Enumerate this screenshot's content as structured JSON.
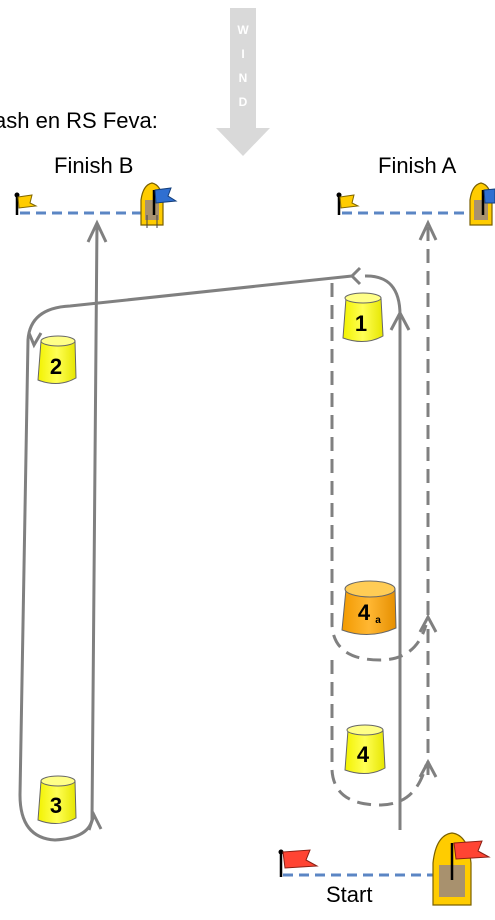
{
  "title": "ash en RS Feva:",
  "wind": {
    "label": "WIND",
    "letters": [
      "W",
      "I",
      "N",
      "D"
    ]
  },
  "finish_lines": [
    {
      "id": "B",
      "label": "Finish B"
    },
    {
      "id": "A",
      "label": "Finish A"
    }
  ],
  "start": {
    "label": "Start"
  },
  "marks": [
    {
      "id": "1",
      "label": "1",
      "sub": "",
      "color": "#ffff22"
    },
    {
      "id": "2",
      "label": "2",
      "sub": "",
      "color": "#ffff22"
    },
    {
      "id": "3",
      "label": "3",
      "sub": "",
      "color": "#ffff22"
    },
    {
      "id": "4",
      "label": "4",
      "sub": "",
      "color": "#ffff22"
    },
    {
      "id": "4a",
      "label": "4",
      "sub": "a",
      "color": "#ffaa00"
    }
  ],
  "colors": {
    "course_line": "#808080",
    "finish_line": "#5b86c4",
    "flag_yellow": "#ffcc00",
    "flag_blue": "#2f6fd1",
    "flag_red": "#ff4433",
    "boat_yellow": "#ffcc00",
    "wind_arrow": "#d9d9d9"
  },
  "icons": [
    "wind-arrow-icon",
    "yellow-flag-icon",
    "blue-flag-icon",
    "red-flag-icon",
    "committee-boat-icon",
    "buoy-icon"
  ]
}
